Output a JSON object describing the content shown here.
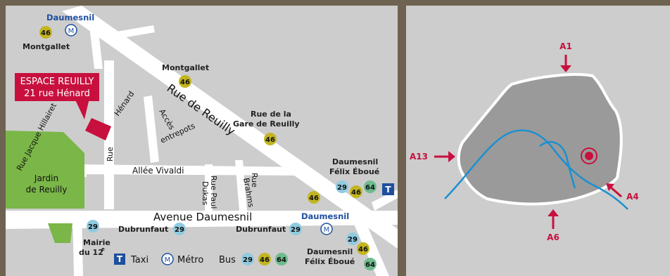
{
  "venue": {
    "name": "ESPACE REUILLY",
    "address": "21 rue Hénard"
  },
  "streets": {
    "rue_de_reuilly": "Rue de Reuilly",
    "avenue_daumesnil": "Avenue Daumesnil",
    "allee_vivaldi": "Allée Vivaldi",
    "rue_jacque_hillairet": "Rue Jacque Hillairet",
    "rue_henard_a": "Hénard",
    "rue_henard_b": "Rue",
    "acces_a": "Accès",
    "acces_b": "entrepots",
    "rue_paul_dukas_a": "Rue Paul",
    "rue_paul_dukas_b": "Dukas",
    "rue_brahms_a": "Rue",
    "rue_brahms_b": "Brahms"
  },
  "park": {
    "line1": "Jardin",
    "line2": "de Reuilly"
  },
  "stops": {
    "daumesnil_top": "Daumesnil",
    "montgallet_left": "Montgallet",
    "montgallet_mid": "Montgallet",
    "gare_reuilly_1": "Rue de la",
    "gare_reuilly_2": "Gare de Reuilly",
    "daumesnil_felix_1": "Daumesnil",
    "daumesnil_felix_2": "Félix Éboué",
    "daumesnil_mid": "Daumesnil",
    "dubrunfaut_1": "Dubrunfaut",
    "dubrunfaut_2": "Dubrunfaut",
    "mairie_1": "Mairie",
    "mairie_2": "du 12",
    "mairie_sup": "e",
    "daumesnil_felix_b1": "Daumesnil",
    "daumesnil_felix_b2": "Félix Éboué"
  },
  "legend": {
    "taxi": "Taxi",
    "metro": "Métro",
    "bus": "Bus",
    "taxi_symbol": "T",
    "metro_symbol": "M",
    "lines": [
      "29",
      "46",
      "64"
    ]
  },
  "bus_lines": {
    "l29": "29",
    "l46": "46",
    "l64": "64"
  },
  "motorways": {
    "a1": "A1",
    "a13": "A13",
    "a6": "A6",
    "a4": "A4"
  },
  "colors": {
    "bus_29": "#8fcbe0",
    "bus_46": "#c3b521",
    "bus_64": "#6fbb8d",
    "venue": "#c8103e",
    "park": "#7ab648",
    "metro": "#1f4f9e",
    "seine": "#1a90d0"
  }
}
